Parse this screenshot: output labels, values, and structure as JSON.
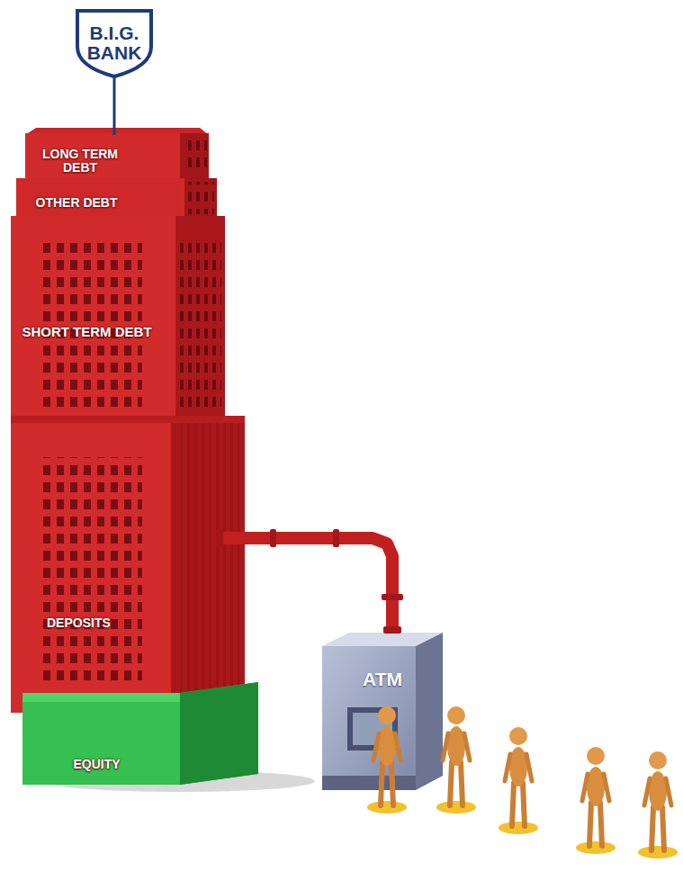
{
  "diagram": {
    "nodes": [
      {
        "text": [
          "B.I.G. BANK"
        ]
      },
      {
        "text": [
          "LONG TERM DEBT"
        ]
      },
      {
        "text": [
          "OTHER DEBT"
        ]
      },
      {
        "text": [
          "SHORT TERM DEBT"
        ]
      },
      {
        "text": [
          "DEPOSITS"
        ]
      },
      {
        "text": [
          "EQUITY"
        ]
      },
      {
        "text": [
          "ATM"
        ]
      }
    ],
    "edges": [
      {
        "from": 0,
        "to": 1,
        "arrow": "none"
      },
      {
        "from": 4,
        "to": 6,
        "arrow": "none"
      }
    ]
  }
}
